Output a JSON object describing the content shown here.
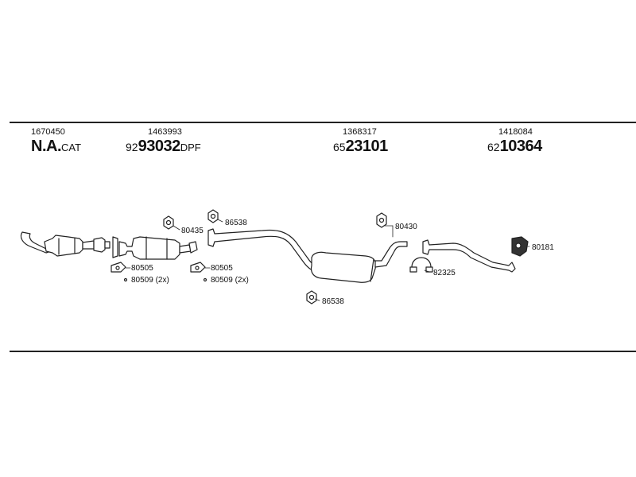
{
  "groups": [
    {
      "part_no": "1670450",
      "prefix": "",
      "code": "N.A.",
      "suffix": "CAT"
    },
    {
      "part_no": "1463993",
      "prefix": "92",
      "code": "93032",
      "suffix": "DPF"
    },
    {
      "part_no": "1368317",
      "prefix": "65",
      "code": "23101",
      "suffix": ""
    },
    {
      "part_no": "1418084",
      "prefix": "62",
      "code": "10364",
      "suffix": ""
    }
  ],
  "callouts": {
    "c80435": "80435",
    "c86538_top": "86538",
    "c80505_a": "80505",
    "c80509_a": "80509 (2x)",
    "c80505_b": "80505",
    "c80509_b": "80509 (2x)",
    "c80430": "80430",
    "c82325": "82325",
    "c80181": "80181",
    "c86538_bottom": "86538"
  }
}
